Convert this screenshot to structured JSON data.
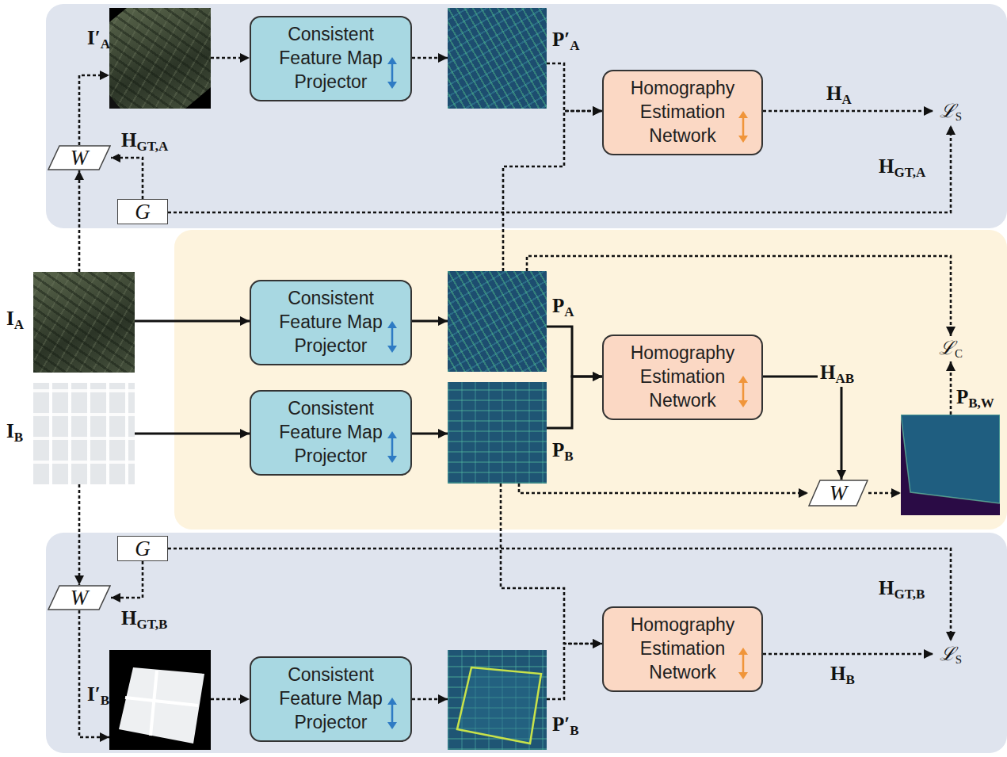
{
  "diagram": {
    "nodes": [
      {
        "text": [
          "I′A"
        ]
      },
      {
        "text": [
          "Consistent Feature Map Projector"
        ]
      },
      {
        "text": [
          "P′A"
        ]
      },
      {
        "text": [
          "Homography Estimation Network"
        ]
      },
      {
        "text": [
          "W"
        ]
      },
      {
        "text": [
          "G"
        ]
      },
      {
        "text": [
          "IA"
        ]
      },
      {
        "text": [
          "Consistent Feature Map Projector"
        ]
      },
      {
        "text": [
          "PA"
        ]
      },
      {
        "text": [
          "IB"
        ]
      },
      {
        "text": [
          "Consistent Feature Map Projector"
        ]
      },
      {
        "text": [
          "PB"
        ]
      },
      {
        "text": [
          "Homography Estimation Network"
        ]
      },
      {
        "text": [
          "W"
        ]
      },
      {
        "text": [
          "PB,W"
        ]
      },
      {
        "text": [
          "G"
        ]
      },
      {
        "text": [
          "W"
        ]
      },
      {
        "text": [
          "I′B"
        ]
      },
      {
        "text": [
          "Consistent Feature Map Projector"
        ]
      },
      {
        "text": [
          "P′B"
        ]
      },
      {
        "text": [
          "Homography Estimation Network"
        ]
      },
      {
        "text": [
          "ℒS"
        ]
      },
      {
        "text": [
          "ℒC"
        ]
      },
      {
        "text": [
          "ℒS"
        ]
      }
    ],
    "edges": [
      {
        "from": 6,
        "to": 4,
        "arrow": "to"
      },
      {
        "from": 5,
        "to": 4,
        "label": "HGT,A",
        "arrow": "to"
      },
      {
        "from": 4,
        "to": 0,
        "arrow": "to"
      },
      {
        "from": 0,
        "to": 1,
        "arrow": "to"
      },
      {
        "from": 1,
        "to": 2,
        "arrow": "to"
      },
      {
        "from": 2,
        "to": 3,
        "arrow": "to"
      },
      {
        "from": 8,
        "to": 3,
        "arrow": "to"
      },
      {
        "from": 3,
        "to": 21,
        "label": "HA",
        "arrow": "to"
      },
      {
        "from": 5,
        "to": 21,
        "label": "HGT,A",
        "arrow": "to"
      },
      {
        "from": 6,
        "to": 7,
        "arrow": "to"
      },
      {
        "from": 7,
        "to": 8,
        "arrow": "to"
      },
      {
        "from": 8,
        "to": 12,
        "arrow": "to"
      },
      {
        "from": 11,
        "to": 12,
        "arrow": "to"
      },
      {
        "from": 12,
        "to": 13,
        "label": "HAB",
        "arrow": "to"
      },
      {
        "from": 11,
        "to": 13,
        "arrow": "to"
      },
      {
        "from": 13,
        "to": 14,
        "arrow": "to"
      },
      {
        "from": 14,
        "to": 22,
        "arrow": "to"
      },
      {
        "from": 8,
        "to": 22,
        "arrow": "to"
      },
      {
        "from": 9,
        "to": 10,
        "arrow": "to"
      },
      {
        "from": 10,
        "to": 11,
        "arrow": "to"
      },
      {
        "from": 9,
        "to": 16,
        "arrow": "to"
      },
      {
        "from": 15,
        "to": 16,
        "label": "HGT,B",
        "arrow": "to"
      },
      {
        "from": 16,
        "to": 17,
        "arrow": "to"
      },
      {
        "from": 17,
        "to": 18,
        "arrow": "to"
      },
      {
        "from": 18,
        "to": 19,
        "arrow": "to"
      },
      {
        "from": 19,
        "to": 20,
        "arrow": "to"
      },
      {
        "from": 11,
        "to": 20,
        "arrow": "to"
      },
      {
        "from": 20,
        "to": 23,
        "label": "HB",
        "arrow": "to"
      },
      {
        "from": 15,
        "to": 23,
        "label": "HGT,B",
        "arrow": "to"
      }
    ]
  }
}
